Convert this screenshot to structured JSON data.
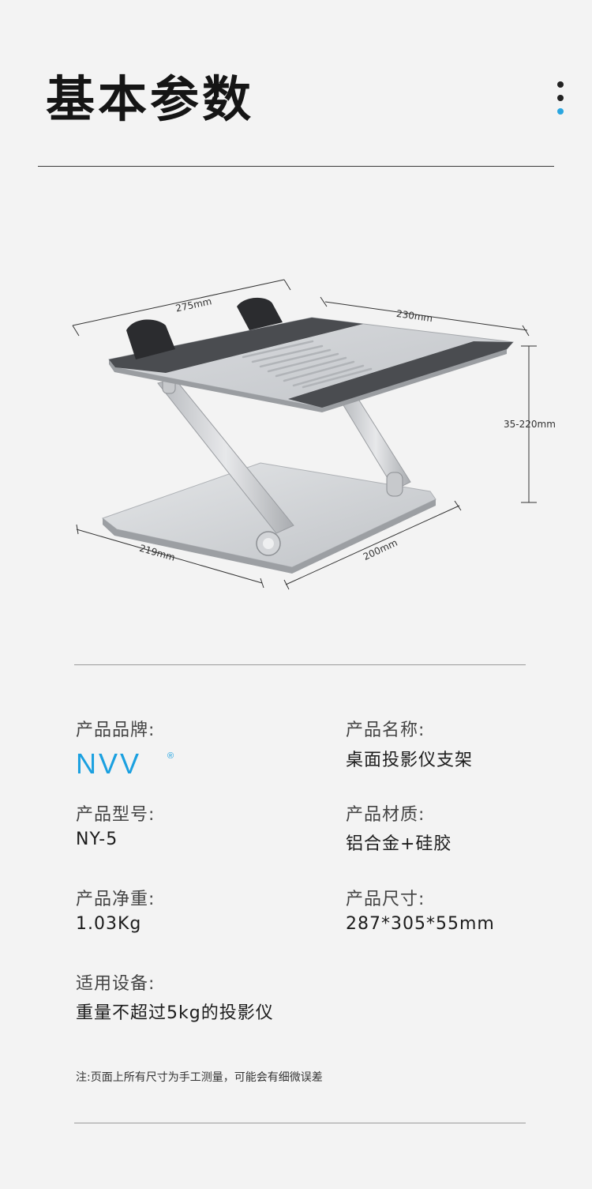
{
  "header": {
    "title": "基本参数",
    "dot_colors": [
      "#222222",
      "#222222",
      "#2aa6e0"
    ]
  },
  "diagram": {
    "dim_top_width": "275mm",
    "dim_top_depth": "230mm",
    "dim_height": "35-220mm",
    "dim_base_width": "219mm",
    "dim_base_depth": "200mm"
  },
  "specs": {
    "brand_label": "产品品牌:",
    "brand_logo_text": "NVV",
    "brand_logo_mark": "®",
    "brand_color": "#1aa0e0",
    "name_label": "产品名称:",
    "name_value": "桌面投影仪支架",
    "model_label": "产品型号:",
    "model_value": "NY-5",
    "material_label": "产品材质:",
    "material_value": "铝合金+硅胶",
    "weight_label": "产品净重:",
    "weight_value": "1.03Kg",
    "size_label": "产品尺寸:",
    "size_value": "287*305*55mm",
    "device_label": "适用设备:",
    "device_value": "重量不超过5kg的投影仪"
  },
  "note": "注:页面上所有尺寸为手工测量，可能会有细微误差"
}
